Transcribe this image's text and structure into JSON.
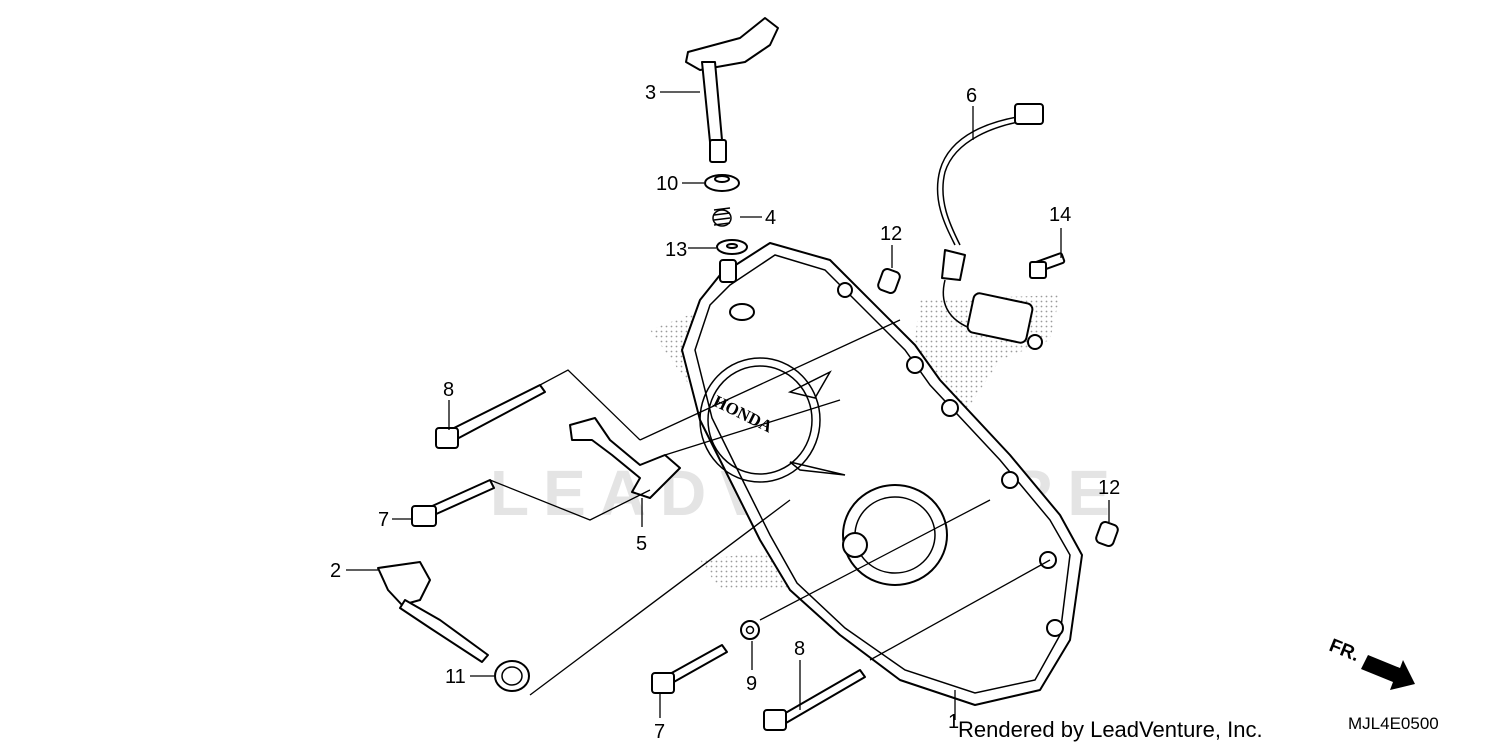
{
  "callouts": [
    {
      "id": "c1",
      "label": "1"
    },
    {
      "id": "c2",
      "label": "2"
    },
    {
      "id": "c3",
      "label": "3"
    },
    {
      "id": "c4",
      "label": "4"
    },
    {
      "id": "c5",
      "label": "5"
    },
    {
      "id": "c6",
      "label": "6"
    },
    {
      "id": "c7a",
      "label": "7"
    },
    {
      "id": "c7b",
      "label": "7"
    },
    {
      "id": "c8a",
      "label": "8"
    },
    {
      "id": "c8b",
      "label": "8"
    },
    {
      "id": "c9",
      "label": "9"
    },
    {
      "id": "c10",
      "label": "10"
    },
    {
      "id": "c11",
      "label": "11"
    },
    {
      "id": "c12a",
      "label": "12"
    },
    {
      "id": "c12b",
      "label": "12"
    },
    {
      "id": "c13",
      "label": "13"
    },
    {
      "id": "c14",
      "label": "14"
    }
  ],
  "cover_logo": "HONDA",
  "direction_label": "FR.",
  "watermark": "LEADVENTURE",
  "credit": "Rendered by LeadVenture, Inc.",
  "diagram_code": "MJL4E0500"
}
